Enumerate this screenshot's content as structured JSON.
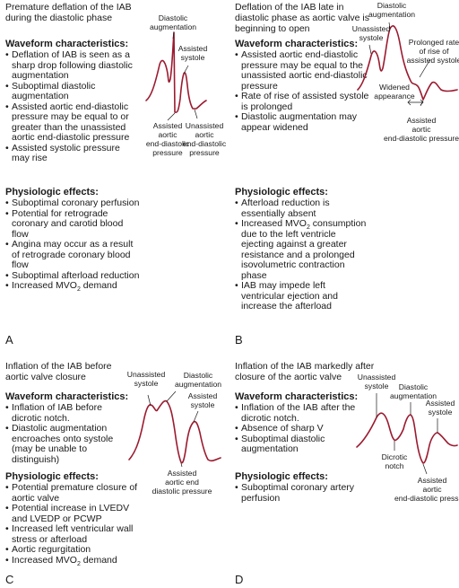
{
  "panels": [
    {
      "letter": "A",
      "intro": "Premature deflation of the IAB during the diastolic phase",
      "waveform_heading": "Waveform characteristics:",
      "waveform_items": [
        "Deflation of IAB is seen as a sharp drop following diastolic augmentation",
        "Suboptimal diastolic augmentation",
        "Assisted aortic end-diastolic pressure may be equal to or greater than the unassisted aortic end-diastolic pressure",
        "Assisted systolic pressure may rise"
      ],
      "effects_heading": "Physiologic effects:",
      "effects_items": [
        "Suboptimal coronary perfusion",
        "Potential for retrograde coronary and carotid blood flow",
        "Angina may occur as a result of retrograde coronary blood flow",
        "Suboptimal afterload reduction",
        "Increased MVO2 demand"
      ],
      "labels": {
        "diastolic_augmentation": "Diastolic augmentation",
        "assisted_systole": "Assisted systole",
        "assisted_aortic_edp": "Assisted aortic end-diastolic pressure",
        "unassisted_aortic_edp": "Unassisted aortic end-diastolic pressure"
      }
    },
    {
      "letter": "B",
      "intro": "Deflation of the IAB late in diastolic phase as aortic valve is beginning to open",
      "waveform_heading": "Waveform characteristics:",
      "waveform_items": [
        "Assisted aortic end-diastolic pressure may be equal to the unassisted aortic end-diastolic pressure",
        "Rate of rise of assisted systole is prolonged",
        "Diastolic augmentation may appear widened"
      ],
      "effects_heading": "Physiologic effects:",
      "effects_items": [
        "Afterload reduction is essentially absent",
        "Increased MVO2 consumption due to the left ventricle ejecting against a greater resistance and a prolonged isovolumetric contraction phase",
        "IAB may impede left ventricular ejection and increase the afterload"
      ],
      "labels": {
        "diastolic_augmentation": "Diastolic augmentation",
        "unassisted_systole": "Unassisted systole",
        "prolonged_rate": "Prolonged rate of rise of assisted systole",
        "widened_appearance": "Widened appearance",
        "assisted_aortic_edp": "Assisted aortic end-diastolic pressure"
      }
    },
    {
      "letter": "C",
      "intro": "Inflation of the IAB before aortic valve closure",
      "waveform_heading": "Waveform characteristics:",
      "waveform_items": [
        "Inflation of IAB before dicrotic notch.",
        "Diastolic augmentation encroaches onto systole (may be unable to distinguish)"
      ],
      "effects_heading": "Physiologic effects:",
      "effects_items": [
        "Potential premature closure of aortic valve",
        "Potential increase in LVEDV and LVEDP or PCWP",
        "Increased left ventricular wall stress or afterload",
        "Aortic regurgitation",
        "Increased MVO2 demand"
      ],
      "labels": {
        "unassisted_systole": "Unassisted systole",
        "diastolic_augmentation": "Diastolic augmentation",
        "assisted_systole": "Assisted systole",
        "assisted_aortic_edp": "Assisted aortic end diastolic pressure"
      }
    },
    {
      "letter": "D",
      "intro": "Inflation of the IAB markedly after closure of the aortic valve",
      "waveform_heading": "Waveform characteristics:",
      "waveform_items": [
        "Inflation of the IAB after the dicrotic notch.",
        "Absence of sharp V",
        "Suboptimal diastolic augmentation"
      ],
      "effects_heading": "Physiologic effects:",
      "effects_items": [
        "Suboptimal coronary artery perfusion"
      ],
      "labels": {
        "unassisted_systole": "Unassisted systole",
        "diastolic_augmentation": "Diastolic augmentation",
        "assisted_systole": "Assisted systole",
        "dicrotic_notch": "Dicrotic notch",
        "assisted_aortic_edp": "Assisted aortic end-diastolic pressure"
      }
    }
  ]
}
